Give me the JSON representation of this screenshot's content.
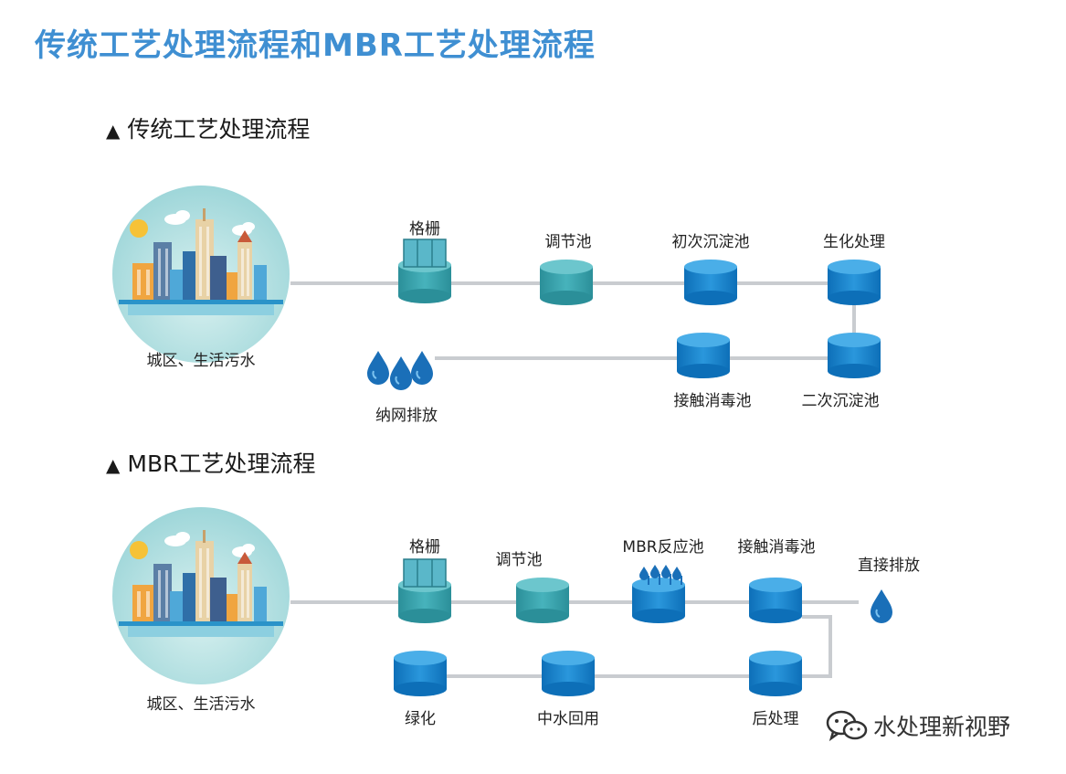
{
  "title": "传统工艺处理流程和MBR工艺处理流程",
  "sections": {
    "traditional": {
      "heading": "传统工艺处理流程",
      "labels": {
        "city": "城区、生活污水",
        "grille": "格栅",
        "regulating": "调节池",
        "primary": "初次沉淀池",
        "biological": "生化处理",
        "secondary": "二次沉淀池",
        "disinfection": "接触消毒池",
        "discharge": "纳网排放"
      }
    },
    "mbr": {
      "heading": "MBR工艺处理流程",
      "labels": {
        "city": "城区、生活污水",
        "grille": "格栅",
        "regulating": "调节池",
        "reactor": "MBR反应池",
        "disinfection": "接触消毒池",
        "direct": "直接排放",
        "post": "后处理",
        "reuse": "中水回用",
        "greening": "绿化"
      }
    }
  },
  "watermark": "水处理新视野",
  "colors": {
    "title": "#3f8fd2",
    "teal_tank": "#3aa6b0",
    "blue_tank": "#1a86d0",
    "pipe": "#c9ccd0",
    "water_drop": "#1a6fb8"
  },
  "icons": [
    "city-skyline-icon",
    "grille-tank-icon",
    "tank-icon",
    "mbr-tank-icon",
    "water-drops-icon",
    "water-drop-icon",
    "wechat-icon"
  ]
}
